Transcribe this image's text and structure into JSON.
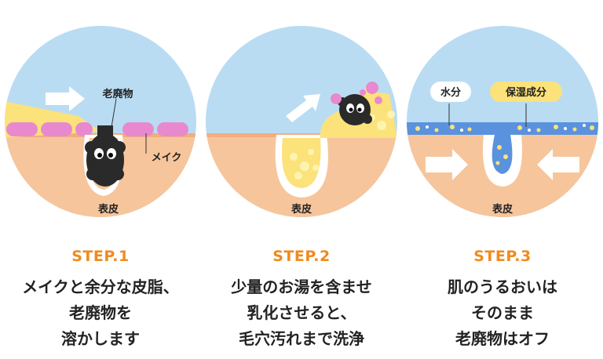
{
  "steps": [
    {
      "step_label": "STEP.1",
      "labels": {
        "waste": "老廃物",
        "makeup": "メイク",
        "skin": "表皮"
      },
      "lines": [
        "メイクと余分な皮脂、",
        "老廃物を",
        "溶かします"
      ]
    },
    {
      "step_label": "STEP.2",
      "labels": {
        "skin": "表皮"
      },
      "lines": [
        "少量のお湯を含ませ",
        "乳化させると、",
        "毛穴汚れまで洗浄"
      ]
    },
    {
      "step_label": "STEP.3",
      "labels": {
        "water": "水分",
        "moisture": "保湿成分",
        "skin": "表皮"
      },
      "lines": [
        "肌のうるおいは",
        "そのまま",
        "老廃物はオフ"
      ]
    }
  ],
  "colors": {
    "sky": "#b9dcf3",
    "skin": "#f7c59b",
    "skin_top": "#f1ae7e",
    "makeup": "#e889cf",
    "oil": "#fbe27a",
    "step_orange": "#f08a1e",
    "water_band": "#5a92de",
    "dirt": "#2a2a2a"
  }
}
